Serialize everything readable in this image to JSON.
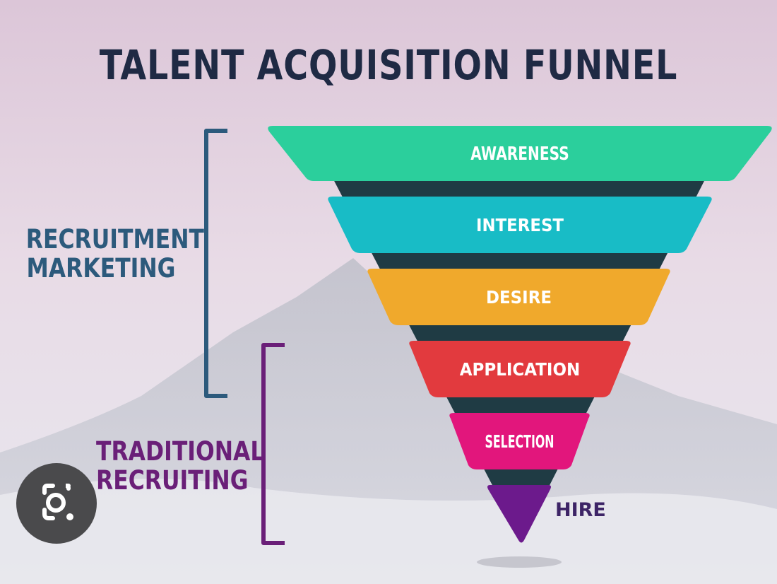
{
  "title": "TALENT ACQUISITION FUNNEL",
  "stages": [
    {
      "label": "AWARENESS",
      "color": "#2bcf9c"
    },
    {
      "label": "INTEREST",
      "color": "#18bcc6"
    },
    {
      "label": "DESIRE",
      "color": "#f0a92c"
    },
    {
      "label": "APPLICATION",
      "color": "#e23a3e"
    },
    {
      "label": "SELECTION",
      "color": "#e2167c"
    },
    {
      "label": "HIRE",
      "color": "#6c1a8c"
    }
  ],
  "groups": {
    "recruitment_marketing": {
      "line1": "RECRUITMENT",
      "line2": "MARKETING",
      "color": "#2c5a7c"
    },
    "traditional_recruiting": {
      "line1": "TRADITIONAL",
      "line2": "RECRUITING",
      "color": "#6a1f78"
    }
  },
  "colors": {
    "title": "#1f2a44",
    "funnel_body": "#1f3b44"
  },
  "icons": {
    "lens": "google-lens-icon"
  }
}
